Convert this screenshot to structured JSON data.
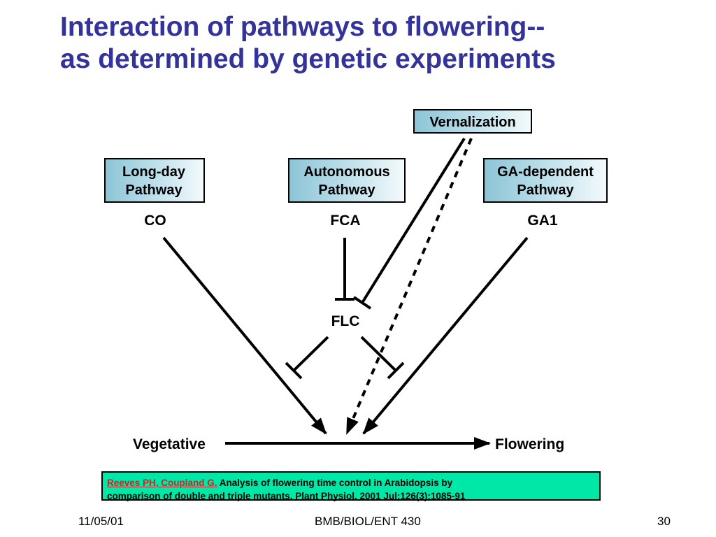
{
  "title": {
    "line1": "Interaction of pathways to flowering--",
    "line2": "as determined by genetic experiments"
  },
  "diagram": {
    "boxes": {
      "vernalization": "Vernalization",
      "long_day": [
        "Long-day",
        "Pathway"
      ],
      "autonomous": [
        "Autonomous",
        "Pathway"
      ],
      "ga_dependent": [
        "GA-dependent",
        "Pathway"
      ]
    },
    "genes": {
      "co": "CO",
      "fca": "FCA",
      "ga1": "GA1",
      "flc": "FLC"
    },
    "states": {
      "vegetative": "Vegetative",
      "flowering": "Flowering"
    }
  },
  "citation": {
    "authors": "Reeves PH, Coupland G.",
    "line1": "Analysis of flowering time control in Arabidopsis by",
    "line2": "comparison of double and triple mutants.  Plant Physiol. 2001 Jul;126(3):1085-91"
  },
  "footer": {
    "date": "11/05/01",
    "course": "BMB/BIOL/ENT 430",
    "page": "30"
  },
  "colors": {
    "title": "#33339a",
    "box_fill": "#a8d8e4",
    "citation_bg": "#00e8a8",
    "link": "#c62828"
  }
}
